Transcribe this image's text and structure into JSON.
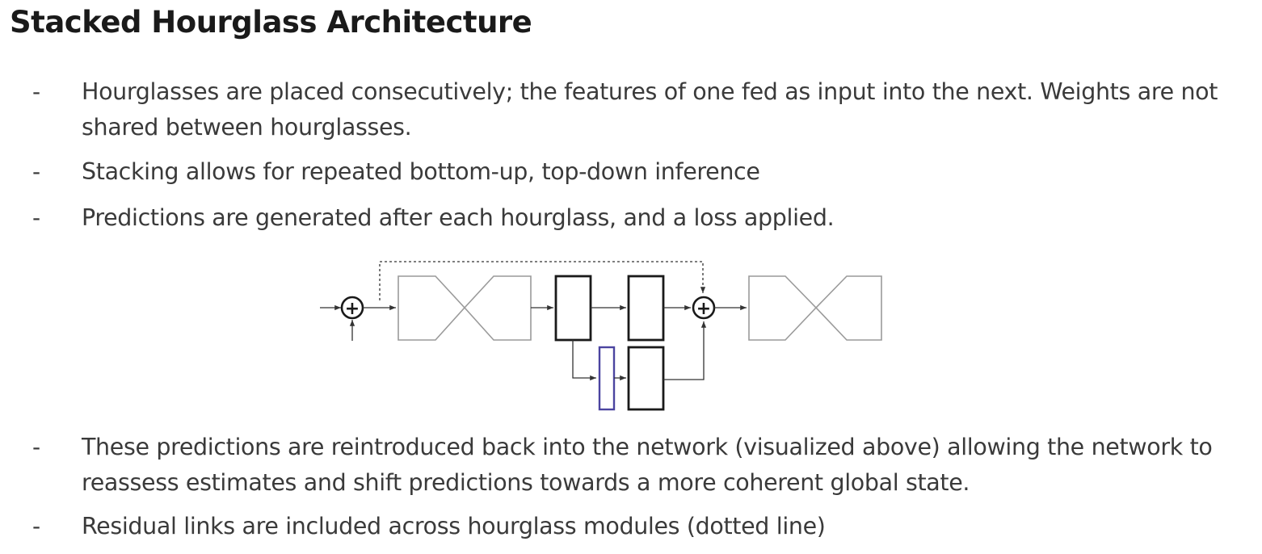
{
  "slide": {
    "title": "Stacked Hourglass Architecture"
  },
  "bullets": [
    {
      "dash": "-",
      "text": "Hourglasses are placed consecutively; the features of one fed as input into the next. Weights are not shared between hourglasses."
    },
    {
      "dash": "-",
      "text": "Stacking allows for repeated bottom-up, top-down inference"
    },
    {
      "dash": "-",
      "text": "Predictions are generated after each hourglass, and a loss applied."
    },
    {
      "dash": "-",
      "text": "These predictions are reintroduced back into the network (visualized above) allowing the network to reassess estimates and shift predictions towards a more coherent global state."
    },
    {
      "dash": "-",
      "text": "Residual links are included across hourglass modules (dotted line)"
    }
  ],
  "diagram": {
    "plus_symbol": "+",
    "colors": {
      "hourglass_stroke": "#9a9a9a",
      "block_stroke": "#1a1a1a",
      "prediction_stroke": "#4b44a0",
      "line": "#333333"
    }
  }
}
